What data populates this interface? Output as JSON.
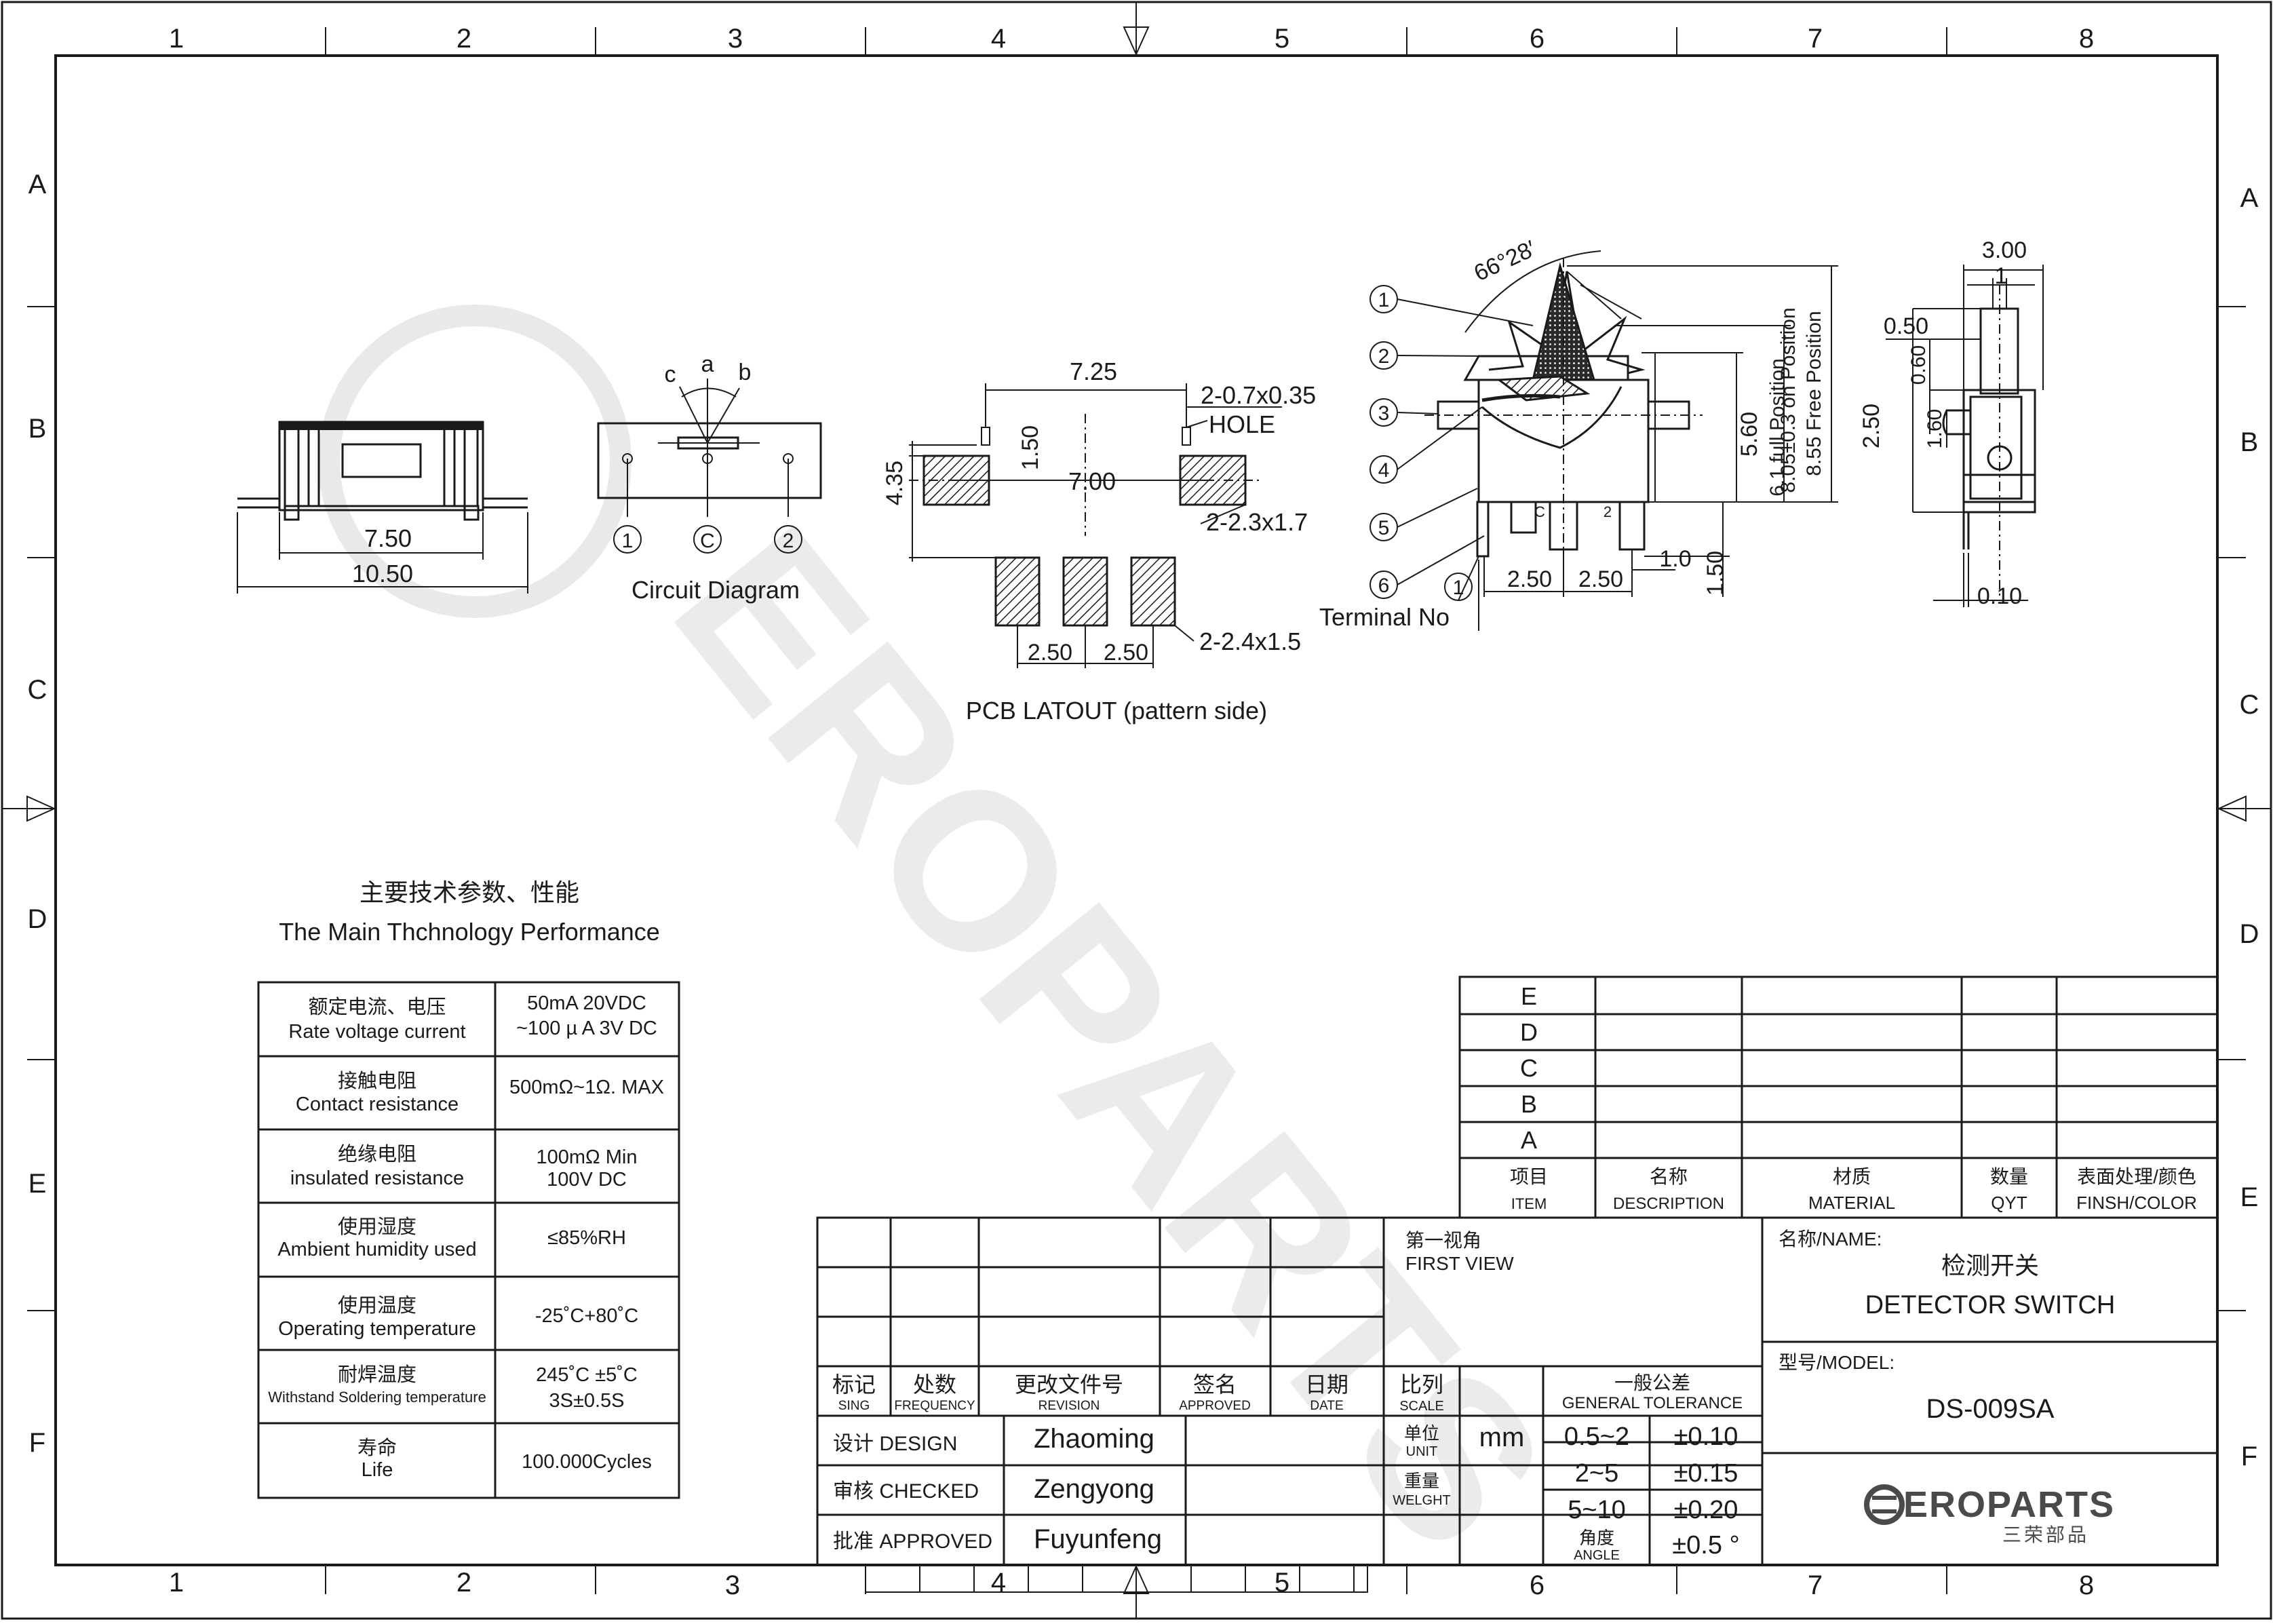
{
  "frame": {
    "columns": [
      "1",
      "2",
      "3",
      "4",
      "5",
      "6",
      "7",
      "8"
    ],
    "rows": [
      "A",
      "B",
      "C",
      "D",
      "E",
      "F"
    ]
  },
  "side_view": {
    "dim_inner": "7.50",
    "dim_outer": "10.50"
  },
  "circuit": {
    "title": "Circuit Diagram",
    "pin_a": "a",
    "pin_b": "b",
    "pin_c": "c",
    "terminal_1": "1",
    "terminal_c": "C",
    "terminal_2": "2"
  },
  "pcb": {
    "title": "PCB LATOUT  (pattern side)",
    "dim_top": "7.25",
    "dim_hole": "2-0.7x0.35",
    "hole_label": "HOLE",
    "dim_150": "1.50",
    "dim_700": "7.00",
    "dim_435": "4.35",
    "dim_pad_top": "2-2.3x1.7",
    "dim_pad_bottom": "2-2.4x1.5",
    "dim_pitch_1": "2.50",
    "dim_pitch_2": "2.50"
  },
  "front_view": {
    "angle": "66°28′",
    "callouts": [
      "1",
      "2",
      "3",
      "4",
      "5",
      "6"
    ],
    "terminal_label": "Terminal No",
    "terminal_callout": "1",
    "dim_560": "5.60",
    "full_pos": "6.1 full Position",
    "on_pos": "8.05±0.3 on Position",
    "free_pos": "8.55 Free Position",
    "dim_250a": "2.50",
    "dim_250b": "2.50",
    "dim_10": "1.0",
    "dim_150": "1.50",
    "pin_mark_c": "C",
    "pin_mark_2": "2"
  },
  "side_right": {
    "dim_300": "3.00",
    "dim_1": "1",
    "dim_050": "0.50",
    "dim_060": "0.60",
    "dim_250": "2.50",
    "dim_160": "1.60",
    "dim_010": "0.10"
  },
  "watermark": "EROPARTS",
  "performance": {
    "title_cn": "主要技术参数、性能",
    "title_en": "The Main Thchnology Performance",
    "rows": [
      {
        "cn": "额定电流、电压",
        "en": "Rate voltage current",
        "v1": "50mA    20VDC",
        "v2": "~100 µ A 3V DC"
      },
      {
        "cn": "接触电阻",
        "en": "Contact resistance",
        "v1": "500mΩ~1Ω. MAX",
        "v2": ""
      },
      {
        "cn": "绝缘电阻",
        "en": "insulated resistance",
        "v1": "100mΩ  Min",
        "v2": "100V DC"
      },
      {
        "cn": "使用湿度",
        "en": "Ambient humidity used",
        "v1": "≤85%RH",
        "v2": ""
      },
      {
        "cn": "使用温度",
        "en": "Operating temperature",
        "v1": "-25˚C+80˚C",
        "v2": ""
      },
      {
        "cn": "耐焊温度",
        "en": "Withstand Soldering temperature",
        "v1": "245˚C ±5˚C",
        "v2": "3S±0.5S"
      },
      {
        "cn": "寿命",
        "en": "Life",
        "v1": "100.000Cycles",
        "v2": ""
      }
    ]
  },
  "bom": {
    "rows": [
      "E",
      "D",
      "C",
      "B",
      "A"
    ],
    "headers": [
      {
        "cn": "项目",
        "en": "ITEM"
      },
      {
        "cn": "名称",
        "en": "DESCRIPTION"
      },
      {
        "cn": "材质",
        "en": "MATERIAL"
      },
      {
        "cn": "数量",
        "en": "QYT"
      },
      {
        "cn": "表面处理/颜色",
        "en": "FINSH/COLOR"
      }
    ]
  },
  "revision": {
    "headers": [
      {
        "cn": "标记",
        "en": "SING"
      },
      {
        "cn": "处数",
        "en": "FREQUENCY"
      },
      {
        "cn": "更改文件号",
        "en": "REVISION"
      },
      {
        "cn": "签名",
        "en": "APPROVED"
      },
      {
        "cn": "日期",
        "en": "DATE"
      }
    ],
    "design_label": "设计 DESIGN",
    "design_name": "Zhaoming",
    "checked_label": "审核 CHECKED",
    "checked_name": "Zengyong",
    "approved_label": "批准 APPROVED",
    "approved_name": "Fuyunfeng"
  },
  "view": {
    "cn": "第一视角",
    "en": "FIRST VIEW"
  },
  "scale": {
    "cn": "比列",
    "en": "SCALE"
  },
  "unit": {
    "cn": "单位",
    "en": "UNIT",
    "value": "mm"
  },
  "weight": {
    "cn": "重量",
    "en": "WELGHT"
  },
  "tolerance": {
    "cn": "一般公差",
    "en": "GENERAL TOLERANCE",
    "rows": [
      {
        "range": "0.5~2",
        "tol": "±0.10"
      },
      {
        "range": "2~5",
        "tol": "±0.15"
      },
      {
        "range": "5~10",
        "tol": "±0.20"
      }
    ],
    "angle_cn": "角度",
    "angle_en": "ANGLE",
    "angle_tol": "±0.5 °"
  },
  "title_block": {
    "name_label": "名称/NAME:",
    "name_cn": "检测开关",
    "name_en": "DETECTOR  SWITCH",
    "model_label": "型号/MODEL:",
    "model": "DS-009SA",
    "logo_text": "EROPARTS",
    "logo_cn": "三荣部品"
  }
}
